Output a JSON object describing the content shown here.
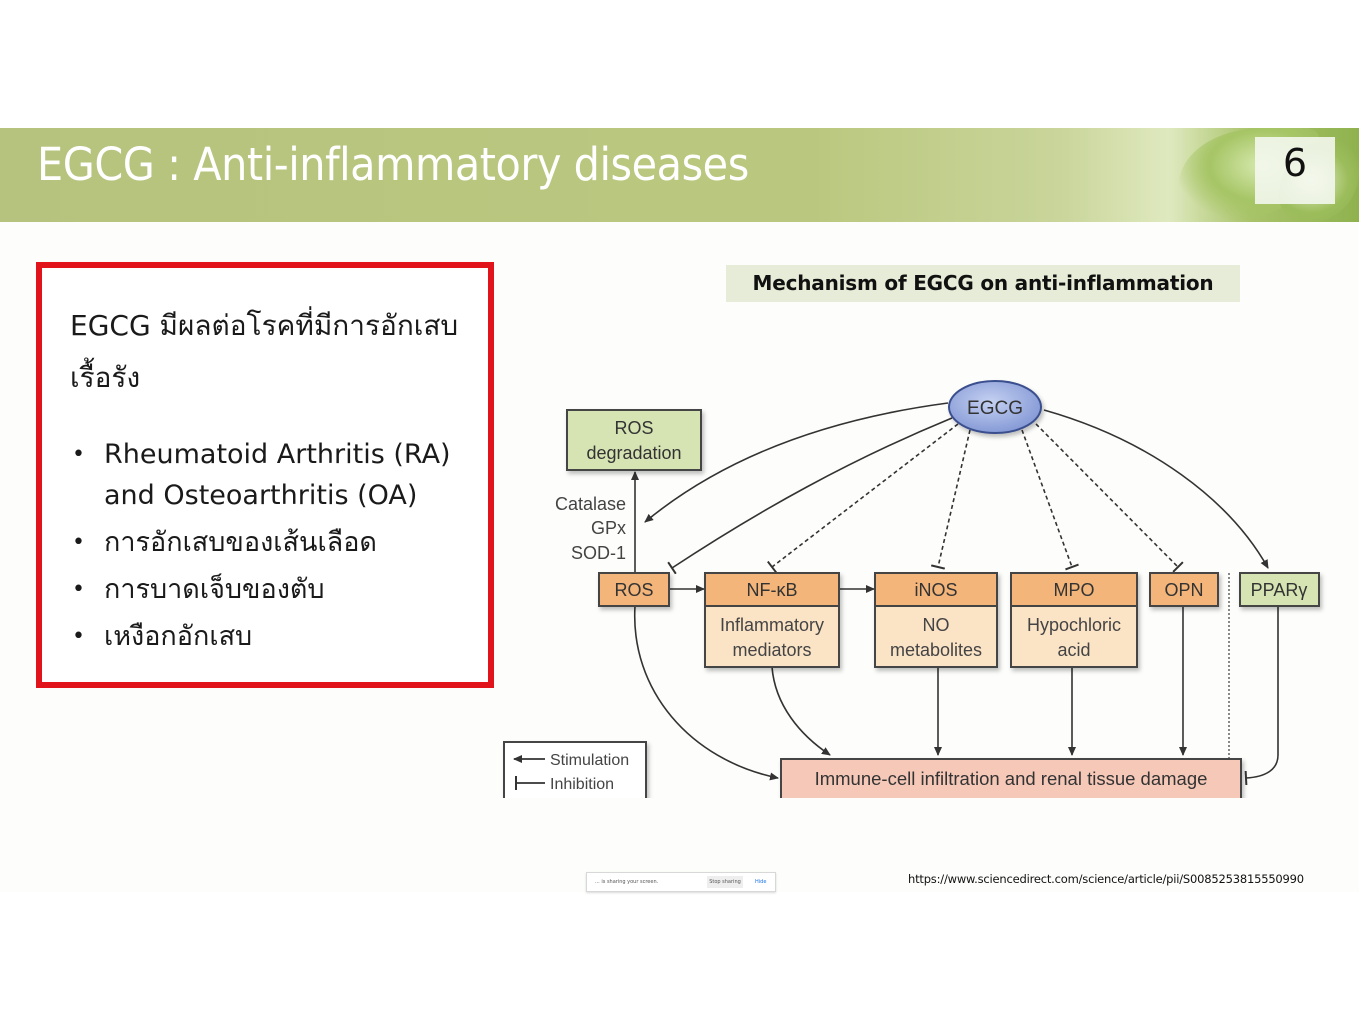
{
  "slide": {
    "title": "EGCG : Anti-inflammatory diseases",
    "page_number": "6",
    "accent_color": "#b8c57e",
    "highlight_border_color": "#e2141b"
  },
  "left_panel": {
    "intro": "EGCG มีผลต่อโรคที่มีการอักเสบเรื้อรัง",
    "bullets": [
      "Rheumatoid Arthritis (RA) and Osteoarthritis (OA)",
      "การอักเสบของเส้นเลือด",
      "การบาดเจ็บของตับ",
      "เหงือกอักเสบ"
    ]
  },
  "diagram": {
    "title": "Mechanism of EGCG on anti-inflammation",
    "nodes": {
      "egcg": "EGCG",
      "ros_degradation_1": "ROS",
      "ros_degradation_2": "degradation",
      "enzymes": [
        "Catalase",
        "GPx",
        "SOD-1"
      ],
      "ros": "ROS",
      "nfkb": "NF-κB",
      "nfkb_sub_1": "Inflammatory",
      "nfkb_sub_2": "mediators",
      "inos": "iNOS",
      "inos_sub_1": "NO",
      "inos_sub_2": "metabolites",
      "mpo": "MPO",
      "mpo_sub_1": "Hypochloric",
      "mpo_sub_2": "acid",
      "opn": "OPN",
      "ppar": "PPARγ",
      "damage": "Immune-cell infiltration and renal tissue damage"
    },
    "legend": {
      "stimulation": "Stimulation",
      "inhibition": "Inhibition"
    },
    "colors": {
      "orange": "#f3b57a",
      "orange_light": "#fbe3c6",
      "green": "#d6e3b3",
      "pink": "#f6c8b8",
      "egcg": "#9fb1e0"
    }
  },
  "share_bar": {
    "message": "... is sharing your screen.",
    "stop_label": "Stop sharing",
    "hide_label": "Hide"
  },
  "source_url": "https://www.sciencedirect.com/science/article/pii/S0085253815550990"
}
